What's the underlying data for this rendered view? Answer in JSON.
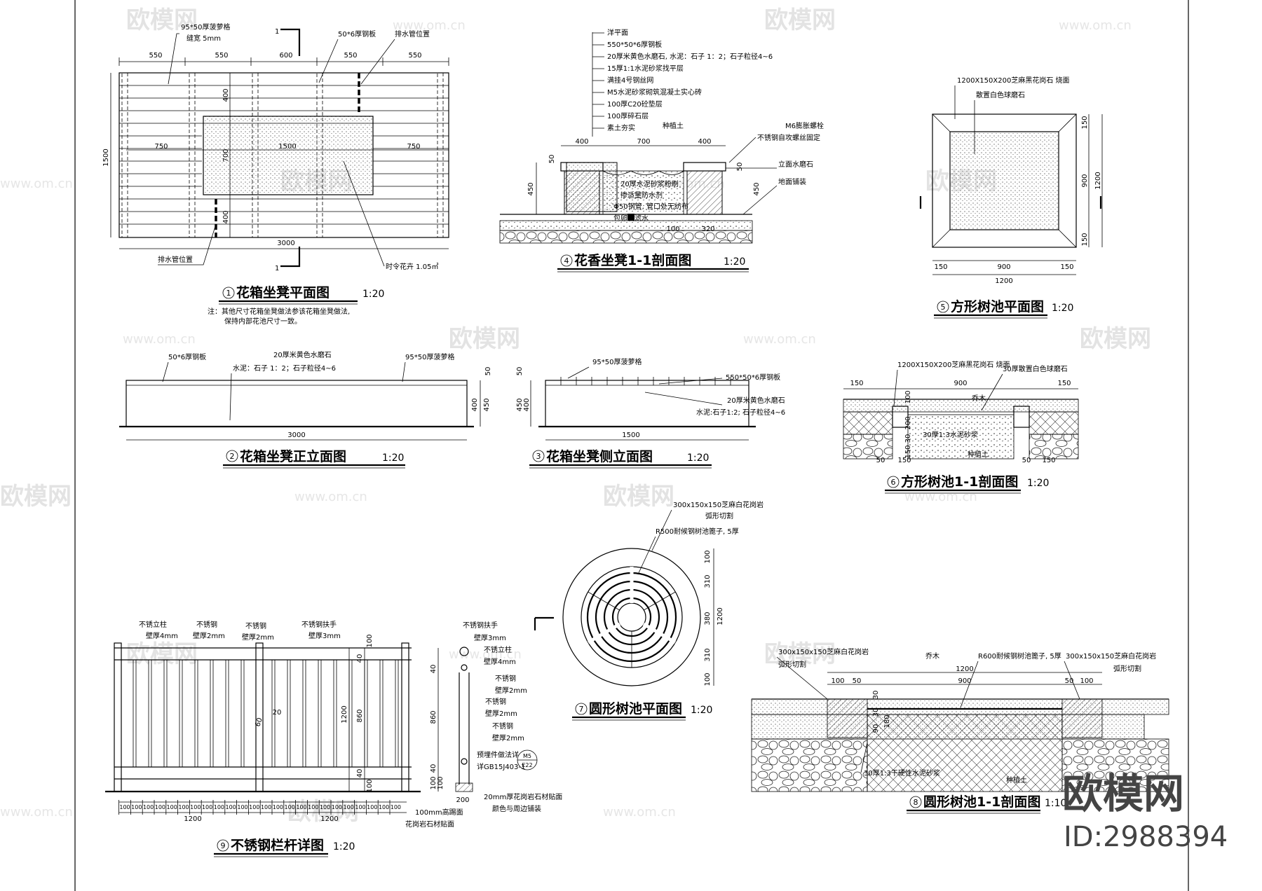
{
  "watermark": {
    "text": "欧模网",
    "url": "www.om.cn"
  },
  "brand": {
    "name": "欧模网",
    "id": "ID:2988394"
  },
  "drawings": {
    "d1": {
      "num": "1",
      "title": "花箱坐凳平面图",
      "scale": "1:20",
      "labels": {
        "slat": "95*50厚菠萝格",
        "gap": "缝宽 5mm",
        "plate": "50*6厚钢板",
        "drain_top": "排水管位置",
        "drain_bottom": "排水管位置",
        "flower": "时令花卉 1.05㎡",
        "cut_top": "1",
        "cut_bottom": "1"
      },
      "dims": {
        "a": "550",
        "b": "550",
        "c": "600",
        "d": "550",
        "e": "550",
        "h": "1500",
        "w": "3000",
        "l1": "750",
        "l2": "1500",
        "l3": "750",
        "v1": "400",
        "v2": "700",
        "v3": "400"
      },
      "note1": "注：其他尺寸花箱坐凳做法参该花箱坐凳做法,",
      "note2": "保持内部花池尺寸一致。"
    },
    "d2": {
      "num": "2",
      "title": "花箱坐凳正立面图",
      "scale": "1:20",
      "labels": {
        "plate": "50*6厚钢板",
        "terrazzo": "20厚米黄色水磨石",
        "mix": "水泥：石子 1：2；石子粒径4~6",
        "slat": "95*50厚菠萝格"
      },
      "dims": {
        "w": "3000",
        "h1": "50",
        "h2": "400",
        "h3": "450"
      }
    },
    "d3": {
      "num": "3",
      "title": "花箱坐凳侧立面图",
      "scale": "1:20",
      "labels": {
        "slat": "95*50厚菠萝格",
        "plate": "550*50*6厚钢板",
        "terrazzo": "20厚米黄色水磨石",
        "mix": "水泥:石子1:2; 石子粒径4~6"
      },
      "dims": {
        "w": "1500",
        "h1": "50",
        "h2": "400",
        "h3": "450"
      }
    },
    "d4": {
      "num": "4",
      "title": "花香坐凳1-1剖面图",
      "scale": "1:20",
      "layers": [
        "洋平面",
        "550*50*6厚钢板",
        "20厚米黄色水磨石, 水泥：石子 1：2；石子粒径4~6",
        "15厚1:1水泥砂浆找平层",
        "满挂4号钢丝网",
        "M5水泥砂浆砌筑混凝土实心砖",
        "100厚C20砼垫层",
        "100厚碎石层",
        "素土夯实"
      ],
      "labels": {
        "soil": "种植土",
        "bolt": "M6膨胀螺栓",
        "screw": "不锈钢自攻螺丝固定",
        "face": "立面水磨石",
        "paving": "地面铺装",
        "mortar": "20厚水泥砂浆粉刷",
        "waterproof": "掺适量防水剂",
        "pipe": "Φ50钢管, 管口处无纺布",
        "gravel": "包卵石滤水",
        "top": "洋平面"
      },
      "dims": {
        "w1": "400",
        "w2": "700",
        "w3": "400",
        "h1": "50",
        "h2": "450",
        "h3": "50",
        "h4": "450",
        "b1": "100",
        "b2": "320"
      }
    },
    "d5": {
      "num": "5",
      "title": "方形树池平面图",
      "scale": "1:20",
      "labels": {
        "stone": "1200X150X200芝麻黑花岗石 烧面",
        "ball": "散置白色球磨石"
      },
      "dims": {
        "a": "150",
        "b": "900",
        "c": "150",
        "w": "1200",
        "v1": "150",
        "v2": "900",
        "v3": "150",
        "h": "1200"
      }
    },
    "d6": {
      "num": "6",
      "title": "方形树池1-1剖面图",
      "scale": "1:20",
      "labels": {
        "stone": "1200X150X200芝麻黑花岗石 烧面",
        "ball": "30厚散置白色球磨石",
        "tree": "乔木",
        "mortar": "30厚1:3水泥砂浆",
        "soil": "种植土"
      },
      "dims": {
        "a": "150",
        "b": "900",
        "c": "150",
        "v1": "100",
        "v2": "200",
        "v3": "150",
        "v4": "30",
        "b1": "50",
        "b2": "150",
        "b3": "50",
        "b4": "150"
      }
    },
    "d7": {
      "num": "7",
      "title": "圆形树池平面图",
      "scale": "1:20",
      "labels": {
        "stone": "300x150x150芝麻白花岗岩",
        "cut": "弧形切割",
        "grate": "R500耐候钢树池篦子, 5厚"
      },
      "dims": {
        "a": "100",
        "b": "310",
        "c": "380",
        "d": "310",
        "e": "100",
        "h": "1200"
      }
    },
    "d8": {
      "num": "8",
      "title": "圆形树池1-1剖面图",
      "scale": "1:10",
      "labels": {
        "stone_l": "300x150x150芝麻白花岗岩",
        "cut_l": "弧形切割",
        "tree": "乔木",
        "grate": "R600耐候钢树池篦子, 5厚",
        "stone_r": "300x150x150芝麻白花岗岩",
        "cut_r": "弧形切割",
        "mortar": "30厚1:3干硬性水泥砂浆",
        "soil": "种植土"
      },
      "dims": {
        "w": "1200",
        "a": "100",
        "b": "50",
        "c": "900",
        "d": "50",
        "e": "100",
        "v1": "30",
        "v2": "30",
        "v3": "90",
        "v4": "180"
      }
    },
    "d9": {
      "num": "9",
      "title": "不锈钢栏杆详图",
      "scale": "1:20",
      "labels": {
        "post": "不锈立柱",
        "post_t": "壁厚4mm",
        "ss1": "不锈钢",
        "ss1_t": "壁厚2mm",
        "ss2": "不锈钢",
        "ss2_t": "壁厚2mm",
        "rail": "不锈钢扶手",
        "rail_t": "壁厚3mm",
        "s_rail": "不锈钢扶手",
        "s_rail_t": "壁厚3mm",
        "s_post": "不锈立柱",
        "s_post_t": "壁厚4mm",
        "s_ss1": "不锈钢",
        "s_ss1_t": "壁厚2mm",
        "s_ss2": "不锈钢",
        "s_ss2_t": "壁厚2mm",
        "s_ss3": "不锈钢",
        "s_ss3_t": "壁厚2mm",
        "embed": "预埋件做法详",
        "embed_ref": "详GB15J403-1",
        "tag1": "M5",
        "tag2": "E22",
        "granite": "20mm厚花岗岩石材贴面",
        "color": "颜色与周边铺装",
        "base": "100mm高踢面",
        "base2": "花岗岩石材贴面"
      },
      "dims": {
        "u": "100",
        "w1": "1200",
        "w2": "1200",
        "gap": "20",
        "pitch": "60",
        "h": "1200",
        "s1": "40",
        "s2": "860",
        "s3": "40",
        "s4": "100",
        "s5": "100",
        "s6": "200",
        "r1": "100",
        "r2": "40",
        "r3": "860",
        "r4": "40",
        "r5": "100"
      }
    }
  }
}
